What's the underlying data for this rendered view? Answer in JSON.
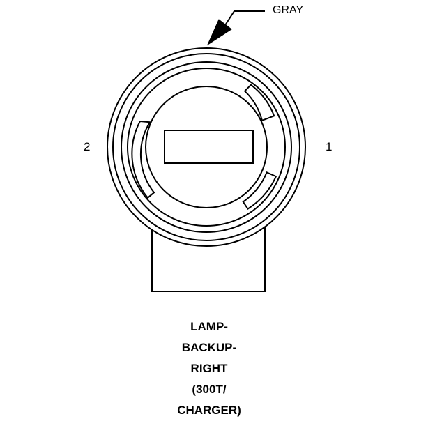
{
  "callout": {
    "label": "GRAY"
  },
  "pins": {
    "left": "2",
    "right": "1"
  },
  "caption": {
    "lines": [
      "LAMP-",
      "BACKUP-",
      "RIGHT",
      "(300T/",
      "CHARGER)"
    ]
  },
  "colors": {
    "stroke": "#000000",
    "background": "#ffffff"
  }
}
